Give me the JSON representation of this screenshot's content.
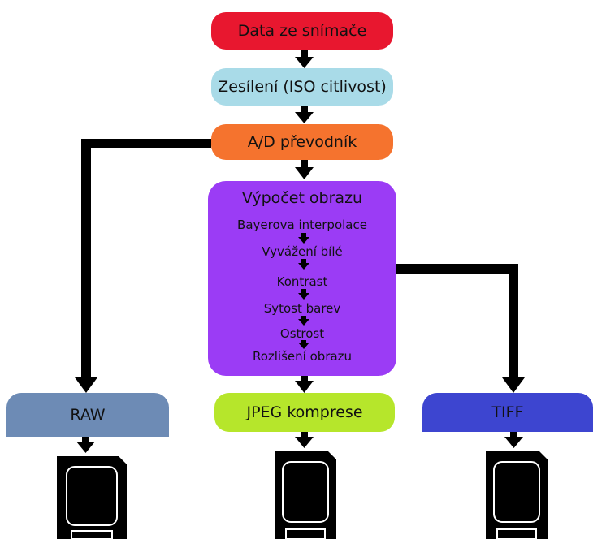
{
  "stages": {
    "sensor": "Data ze snímače",
    "gain": "Zesílení (ISO citlivost)",
    "adc": "A/D převodník"
  },
  "processing": {
    "title": "Výpočet obrazu",
    "steps": [
      "Bayerova interpolace",
      "Vyvážení bílé",
      "Kontrast",
      "Sytost barev",
      "Ostrost",
      "Rozlišení obrazu"
    ]
  },
  "outputs": {
    "raw": "RAW",
    "jpeg": "JPEG komprese",
    "tiff": "TIFF"
  },
  "colors": {
    "sensor": "#e8172f",
    "gain": "#a9dbe8",
    "adc": "#f5732e",
    "processing": "#9b3cf5",
    "raw": "#6d8bb5",
    "jpeg": "#b6e62b",
    "tiff": "#3d45d0",
    "connector": "#000000"
  }
}
